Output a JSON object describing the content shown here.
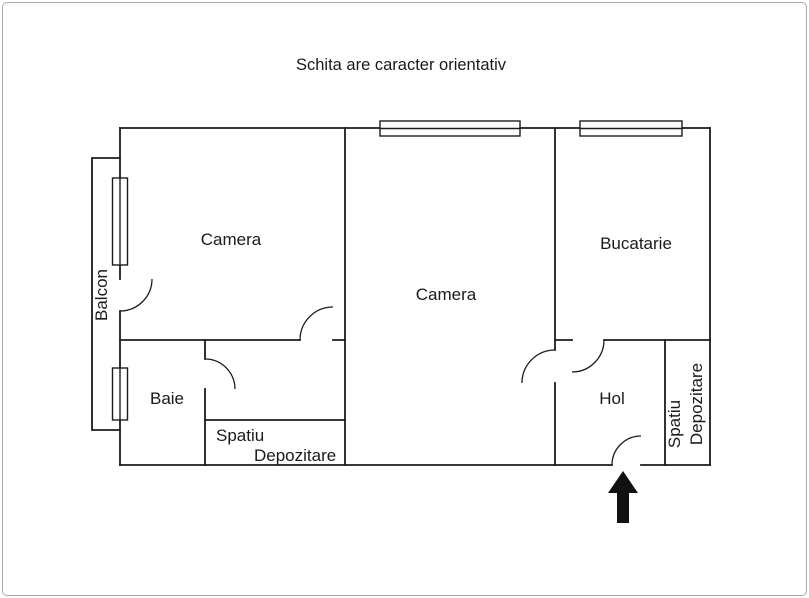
{
  "title": "Schita are caracter orientativ",
  "colors": {
    "ink": "#1a1a1a",
    "wall": "#1c1c1c",
    "frame_border": "#a9a9a9",
    "background": "#ffffff",
    "arrow": "#111111"
  },
  "labels": {
    "camera_left": "Camera",
    "camera_middle": "Camera",
    "bucatarie": "Bucatarie",
    "baie": "Baie",
    "hol": "Hol",
    "balcon": "Balcon",
    "storage_bottom_line1": "Spatiu",
    "storage_bottom_line2": "Depozitare",
    "storage_right_line1": "Spatiu",
    "storage_right_line2": "Depozitare"
  }
}
